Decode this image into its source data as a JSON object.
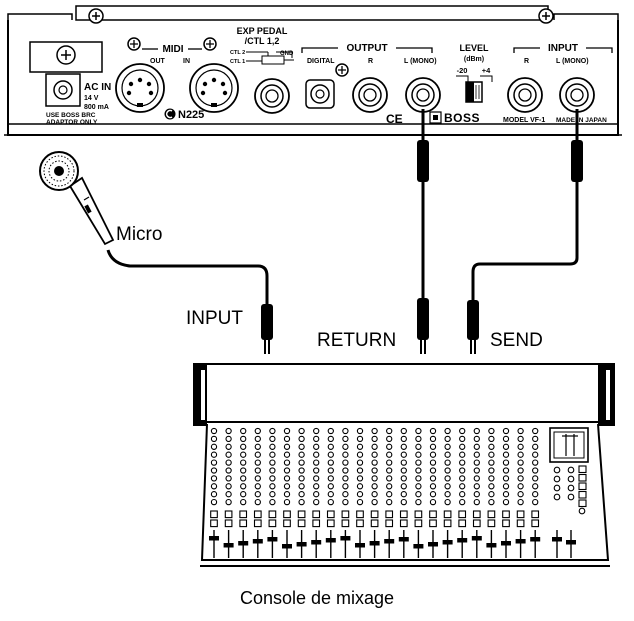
{
  "unit": {
    "exp_pedal": "EXP PEDAL",
    "ctl_12": "/CTL 1,2",
    "ctl2": "CTL 2",
    "ctl1": "CTL 1",
    "gnd": "GND",
    "midi": "MIDI",
    "midi_out": "OUT",
    "midi_in": "IN",
    "ac_in": "AC IN",
    "voltage": "14 V",
    "current": "800 mA",
    "use_boss": "USE BOSS BRC",
    "adaptor_only": "ADAPTOR ONLY",
    "cert": "N225",
    "output": "OUTPUT",
    "digital": "DIGITAL",
    "out_r": "R",
    "out_l": "L (MONO)",
    "level": "LEVEL",
    "dbm": "(dBm)",
    "level_low": "-20",
    "level_high": "+4",
    "input": "INPUT",
    "in_r": "R",
    "in_l": "L (MONO)",
    "ce": "CE",
    "brand": "BOSS",
    "model": "MODEL VF-1",
    "made_in": "MADE IN JAPAN"
  },
  "labels": {
    "micro": "Micro",
    "input": "INPUT",
    "return": "RETURN",
    "send": "SEND",
    "console": "Console de mixage"
  }
}
